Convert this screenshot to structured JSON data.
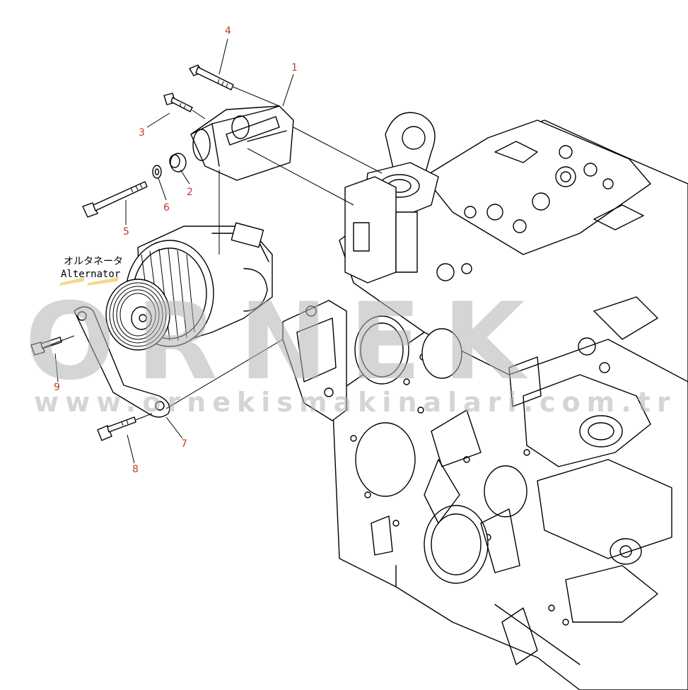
{
  "diagram": {
    "callouts": [
      {
        "id": "4",
        "label": "4"
      },
      {
        "id": "1",
        "label": "1"
      },
      {
        "id": "3",
        "label": "3"
      },
      {
        "id": "2",
        "label": "2"
      },
      {
        "id": "6",
        "label": "6"
      },
      {
        "id": "5",
        "label": "5"
      },
      {
        "id": "9",
        "label": "9"
      },
      {
        "id": "7",
        "label": "7"
      },
      {
        "id": "8",
        "label": "8"
      }
    ],
    "annotation": {
      "japanese": "オルタネータ",
      "english": "Alternator"
    },
    "watermark": {
      "brand": "ORNEK",
      "url": "www.ornekismakinalari.com.tr"
    },
    "colors": {
      "callout": "#c0392b",
      "line": "#000000",
      "watermark": "#b4b4b4",
      "annotation_highlight": "#f2d98a"
    }
  }
}
